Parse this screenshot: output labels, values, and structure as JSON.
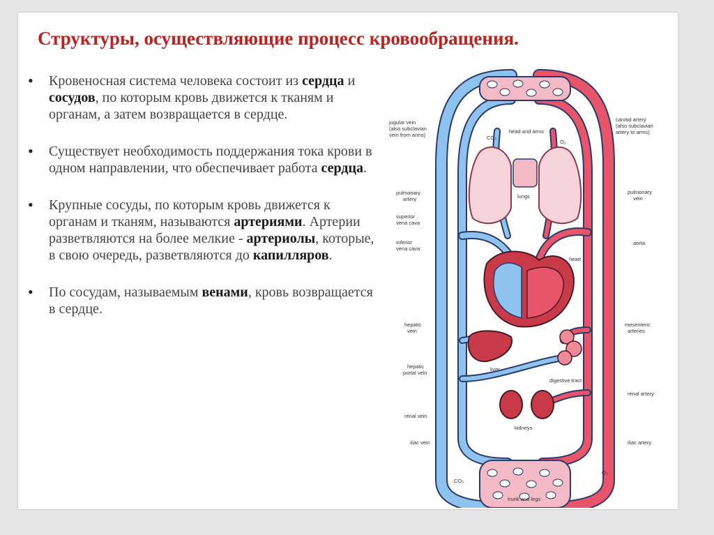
{
  "title": "Структуры, осуществляющие процесс кровообращения.",
  "bullets": [
    {
      "parts": [
        {
          "text": "Кровеносная система человека состоит из ",
          "bold": false
        },
        {
          "text": "сердца",
          "bold": true
        },
        {
          "text": " и ",
          "bold": false
        },
        {
          "text": "сосудов",
          "bold": true
        },
        {
          "text": ", по которым кровь движется к тканям и органам, а затем возвращается в сердце.",
          "bold": false
        }
      ]
    },
    {
      "parts": [
        {
          "text": "Существует необходимость поддержания тока крови в одном направлении, что обеспечивает работа ",
          "bold": false
        },
        {
          "text": "сердца",
          "bold": true
        },
        {
          "text": ".",
          "bold": false
        }
      ]
    },
    {
      "parts": [
        {
          "text": "Крупные сосуды, по которым кровь движется к органам и тканям, называются ",
          "bold": false
        },
        {
          "text": "артериями",
          "bold": true
        },
        {
          "text": ". Артерии разветвляются на более мелкие - ",
          "bold": false
        },
        {
          "text": "артериолы",
          "bold": true
        },
        {
          "text": ", которые, в свою очередь, разветвляются до ",
          "bold": false
        },
        {
          "text": "капилляров",
          "bold": true
        },
        {
          "text": ".",
          "bold": false
        }
      ]
    },
    {
      "parts": [
        {
          "text": "По сосудам, называемым ",
          "bold": false
        },
        {
          "text": "венами",
          "bold": true
        },
        {
          "text": ", кровь возвращается в сердце.",
          "bold": false
        }
      ]
    }
  ],
  "diagram": {
    "colors": {
      "artery": "#e8556a",
      "vein": "#8ec3ef",
      "outline": "#2a3a6a",
      "organ": "#c93a48"
    },
    "labels": {
      "jugular_vein_1": "jugular vein",
      "jugular_vein_2": "(also subclavian",
      "jugular_vein_3": "vein from arms)",
      "carotid_1": "carotid artery",
      "carotid_2": "(also subclavian",
      "carotid_3": "artery to arms)",
      "head_arms": "head and arms",
      "co2_top": "CO₂",
      "o2_top": "O₂",
      "pulm_artery_1": "pulmonary",
      "pulm_artery_2": "artery",
      "pulm_vein_1": "pulmonary",
      "pulm_vein_2": "vein",
      "lungs": "lungs",
      "sup_vena_1": "superior",
      "sup_vena_2": "vena cava",
      "inf_vena_1": "inferior",
      "inf_vena_2": "vena cava",
      "aorta": "aorta",
      "heart": "heart",
      "hepatic_vein_1": "hepatic",
      "hepatic_vein_2": "vein",
      "mesenteric_1": "mesenteric",
      "mesenteric_2": "arteries",
      "liver": "liver",
      "hep_portal_1": "hepatic",
      "hep_portal_2": "portal vein",
      "digestive": "digestive tract",
      "renal_artery": "renal artery",
      "renal_vein": "renal vein",
      "kidneys": "kidneys",
      "iliac_vein": "iliac vein",
      "iliac_artery": "iliac artery",
      "co2_bottom": "CO₂",
      "o2_bottom": "O₂",
      "trunk_legs": "trunk and legs"
    }
  }
}
